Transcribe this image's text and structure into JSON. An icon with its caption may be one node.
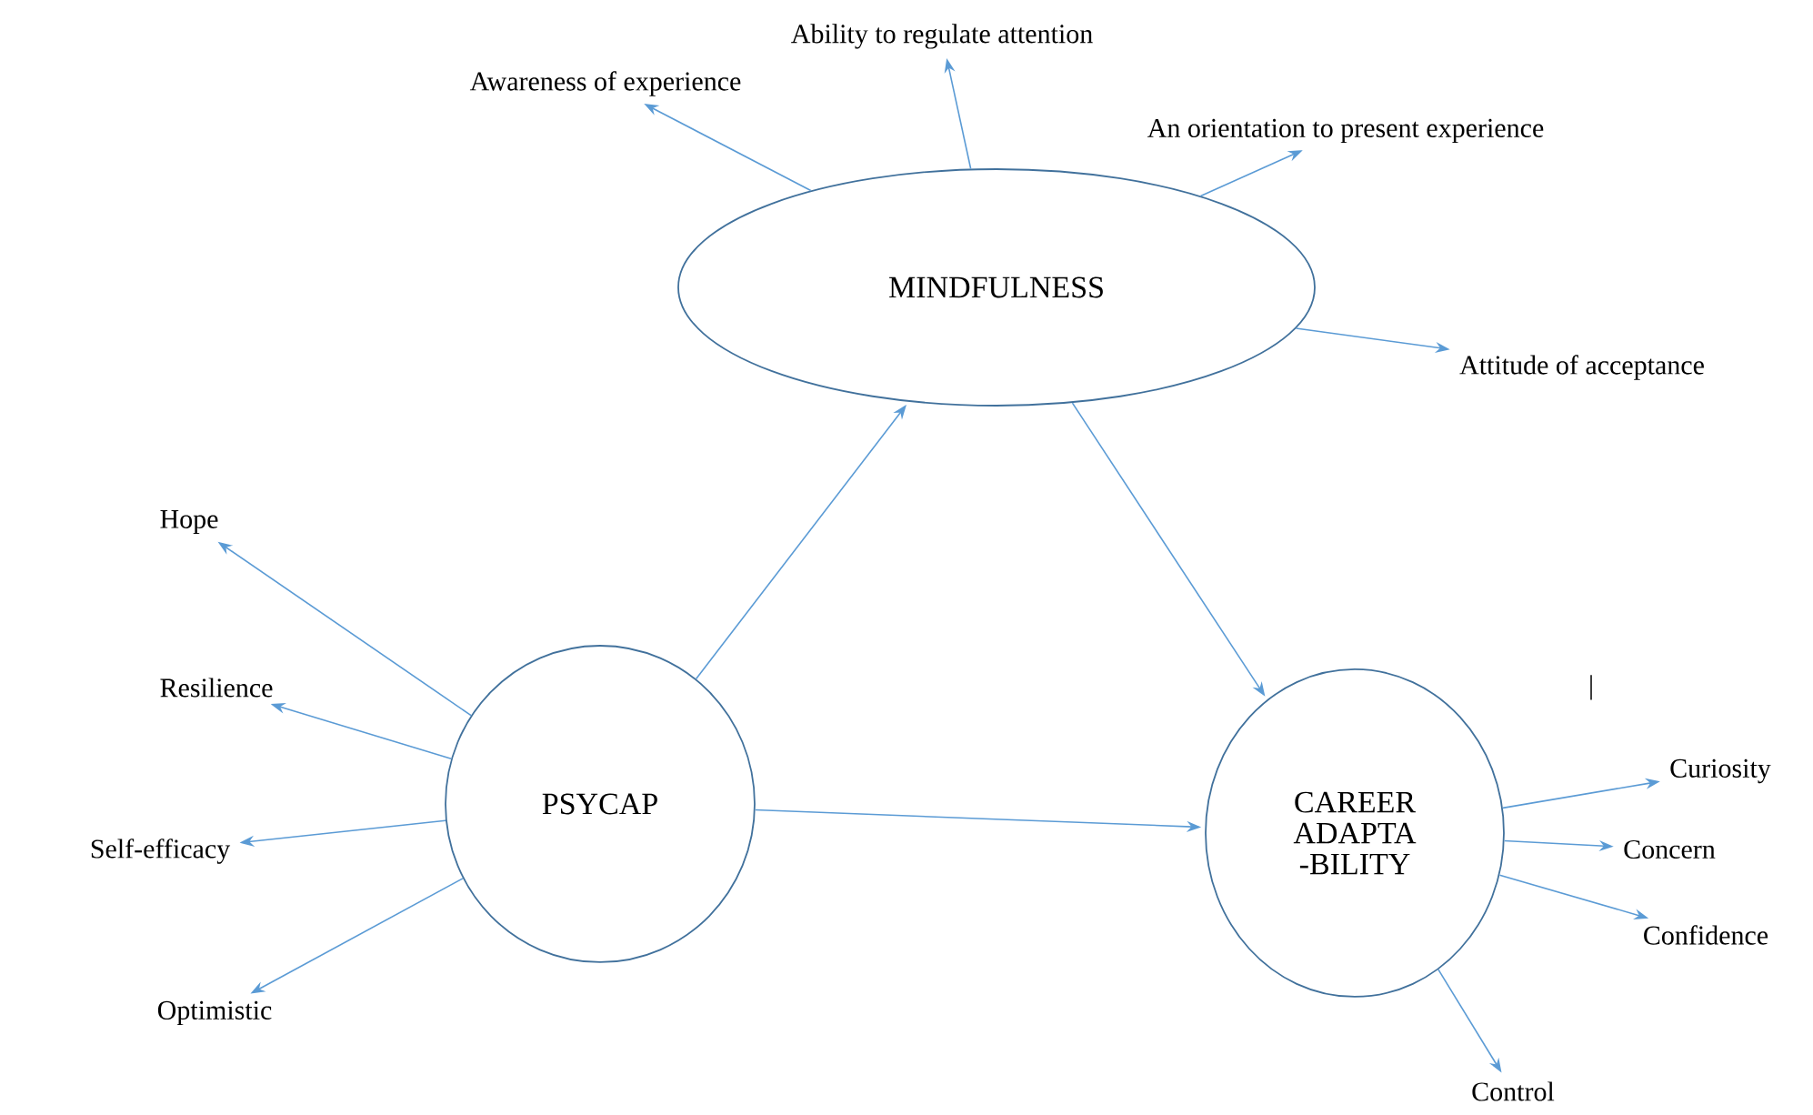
{
  "diagram": {
    "nodes": [
      {
        "text": [
          "MINDFULNESS"
        ]
      },
      {
        "text": [
          "PSYCAP"
        ]
      },
      {
        "text": [
          "CAREER ADAPTA -BILITY"
        ]
      },
      {
        "text": [
          "Awareness of experience"
        ]
      },
      {
        "text": [
          "Ability to regulate attention"
        ]
      },
      {
        "text": [
          "An orientation to present experience"
        ]
      },
      {
        "text": [
          "Attitude of acceptance"
        ]
      },
      {
        "text": [
          "Hope"
        ]
      },
      {
        "text": [
          "Resilience"
        ]
      },
      {
        "text": [
          "Self-efficacy"
        ]
      },
      {
        "text": [
          "Optimistic"
        ]
      },
      {
        "text": [
          "Curiosity"
        ]
      },
      {
        "text": [
          "Concern"
        ]
      },
      {
        "text": [
          "Confidence"
        ]
      },
      {
        "text": [
          "Control"
        ]
      }
    ],
    "edges": [
      {
        "from": 0,
        "to": 3,
        "arrow": "to"
      },
      {
        "from": 0,
        "to": 4,
        "arrow": "to"
      },
      {
        "from": 0,
        "to": 5,
        "arrow": "to"
      },
      {
        "from": 0,
        "to": 6,
        "arrow": "to"
      },
      {
        "from": 1,
        "to": 0,
        "arrow": "to"
      },
      {
        "from": 0,
        "to": 2,
        "arrow": "to"
      },
      {
        "from": 1,
        "to": 2,
        "arrow": "to"
      },
      {
        "from": 1,
        "to": 7,
        "arrow": "to"
      },
      {
        "from": 1,
        "to": 8,
        "arrow": "to"
      },
      {
        "from": 1,
        "to": 9,
        "arrow": "to"
      },
      {
        "from": 1,
        "to": 10,
        "arrow": "to"
      },
      {
        "from": 2,
        "to": 11,
        "arrow": "to"
      },
      {
        "from": 2,
        "to": 12,
        "arrow": "to"
      },
      {
        "from": 2,
        "to": 13,
        "arrow": "to"
      },
      {
        "from": 2,
        "to": 14,
        "arrow": "to"
      }
    ],
    "labels": [
      "|"
    ]
  }
}
